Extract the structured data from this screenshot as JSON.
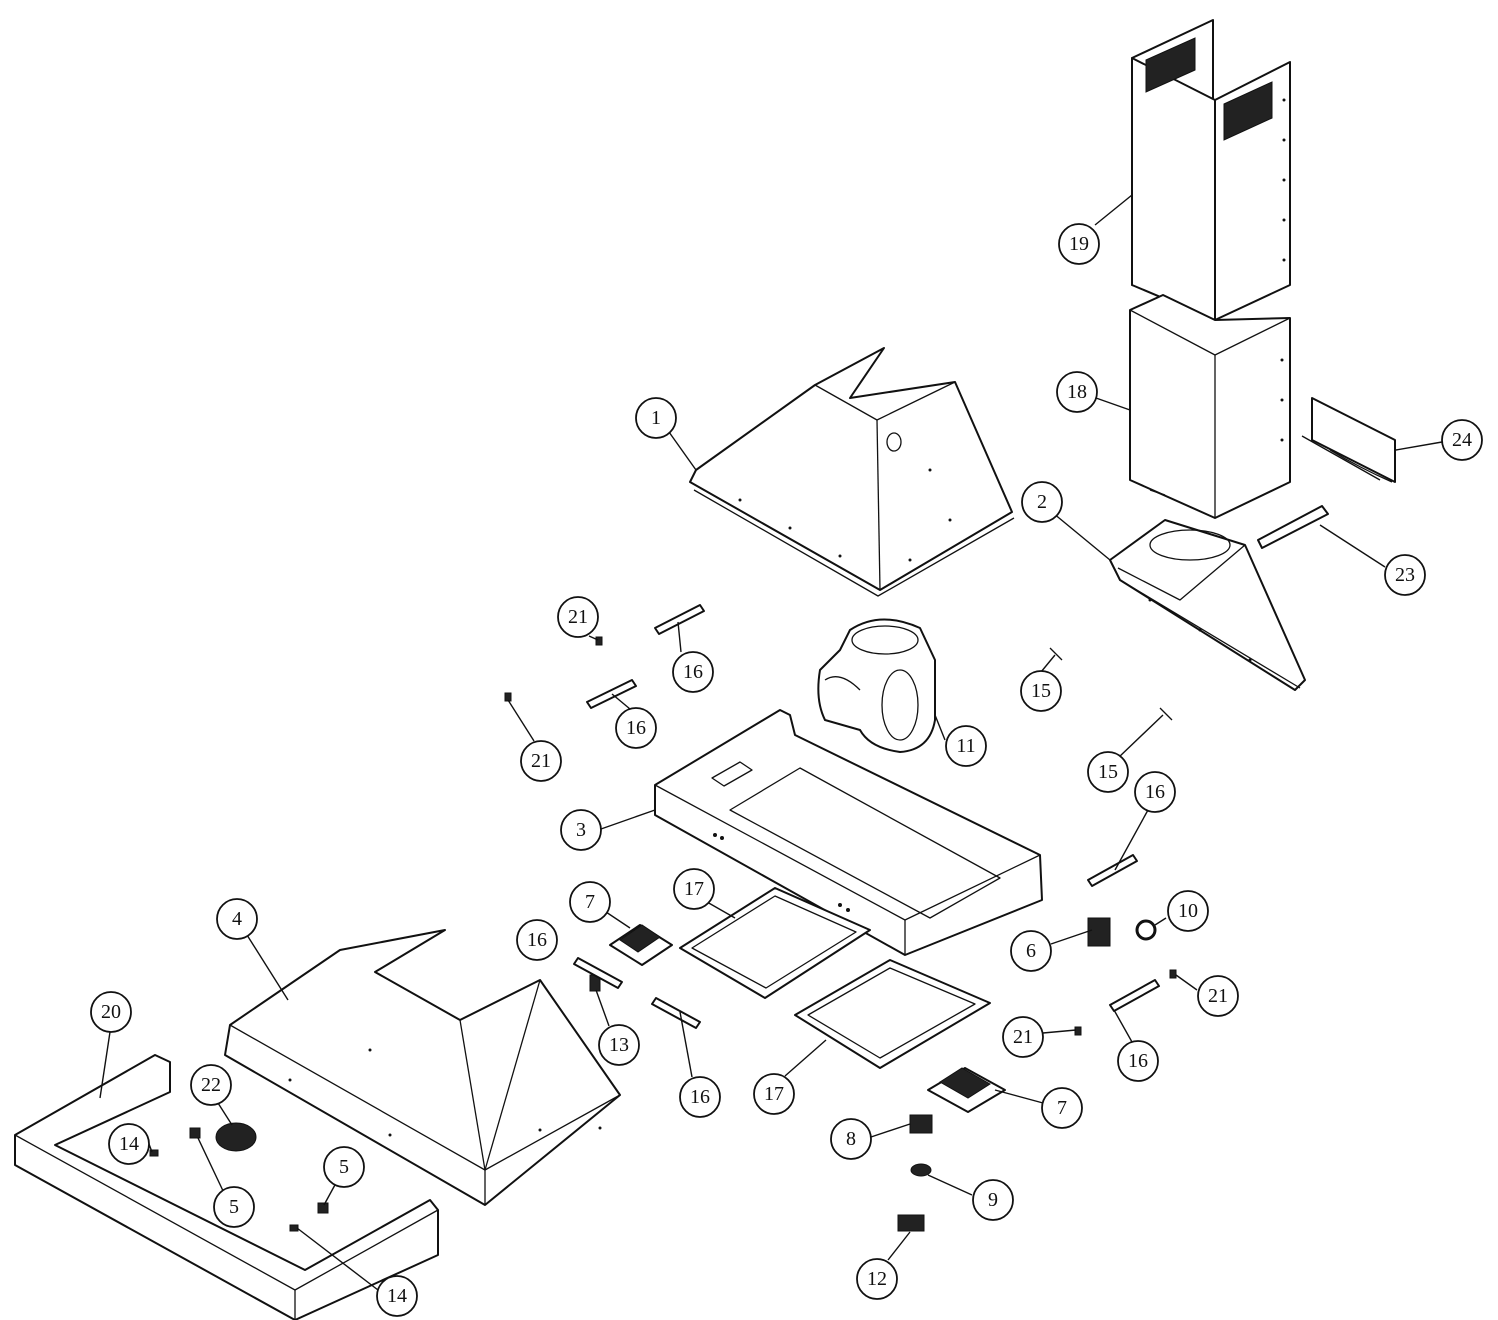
{
  "callouts": [
    "1",
    "2",
    "3",
    "4",
    "5",
    "5",
    "6",
    "7",
    "7",
    "8",
    "9",
    "10",
    "11",
    "12",
    "13",
    "14",
    "14",
    "15",
    "15",
    "16",
    "16",
    "16",
    "16",
    "16",
    "17",
    "17",
    "18",
    "19",
    "20",
    "21",
    "21",
    "21",
    "21",
    "22",
    "23",
    "24"
  ]
}
